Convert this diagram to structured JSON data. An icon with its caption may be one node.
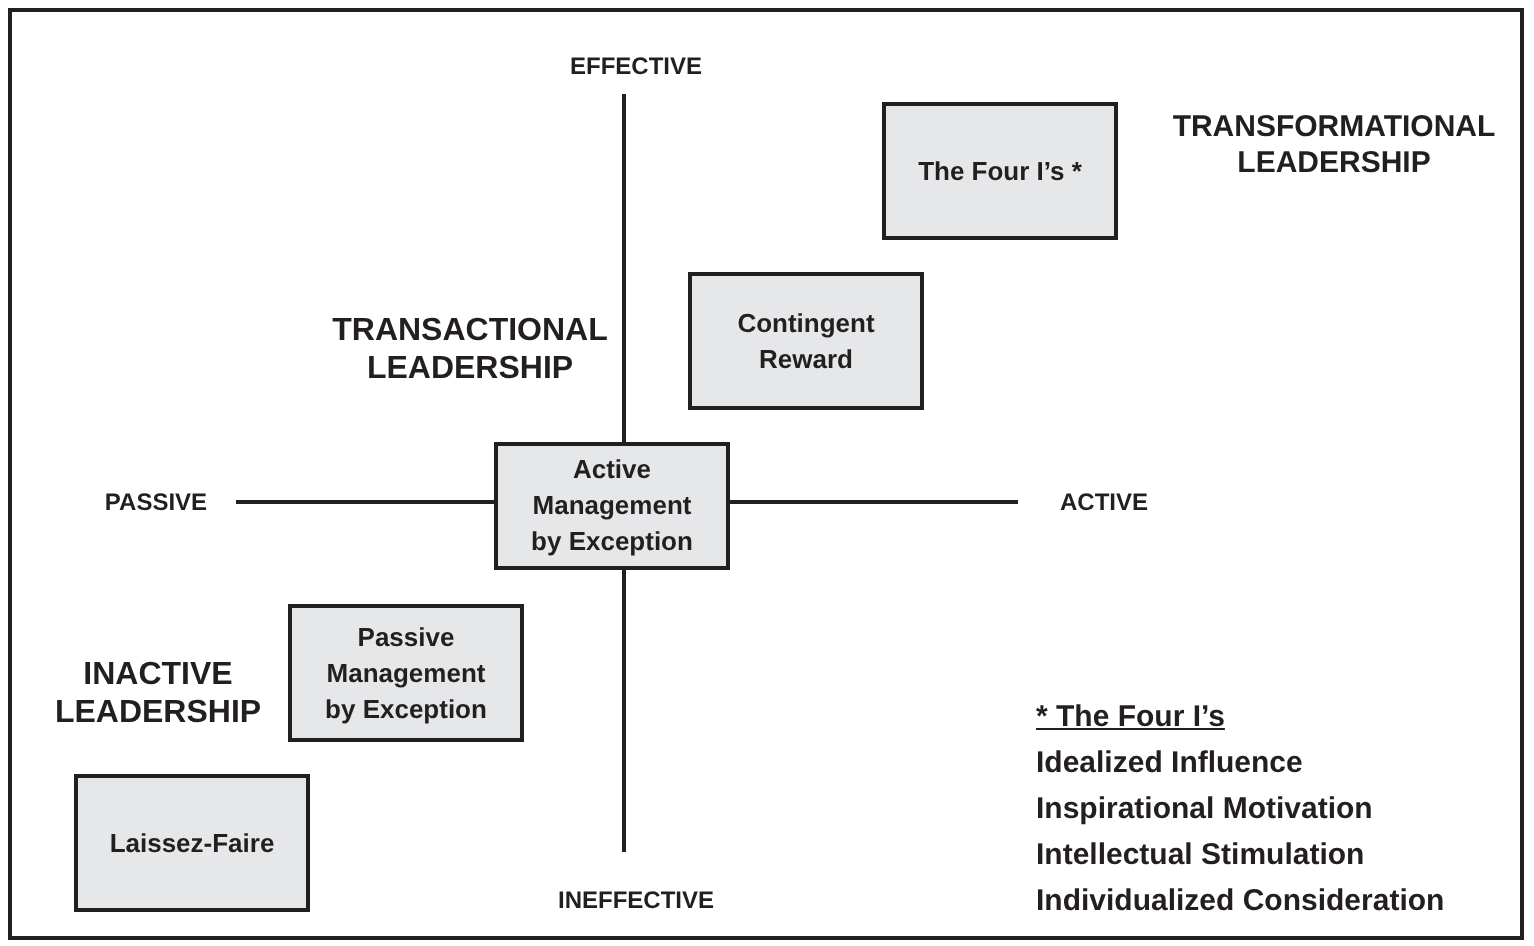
{
  "diagram": {
    "nodes": [
      {
        "text": [
          "The Four I’s *"
        ]
      },
      {
        "text": [
          "Contingent Reward"
        ]
      },
      {
        "text": [
          "Active Management by Exception"
        ]
      },
      {
        "text": [
          "Passive Management by Exception"
        ]
      },
      {
        "text": [
          "Laissez-Faire"
        ]
      }
    ],
    "labels": [
      "EFFECTIVE",
      "TRANSFORMATIONAL LEADERSHIP",
      "TRANSACTIONAL LEADERSHIP",
      "PASSIVE",
      "ACTIVE",
      "INACTIVE LEADERSHIP",
      "* The Four I’s",
      "Idealized Influence",
      "Inspirational Motivation",
      "Intellectual Stimulation",
      "Individualized Consideration",
      "INEFFECTIVE"
    ]
  }
}
